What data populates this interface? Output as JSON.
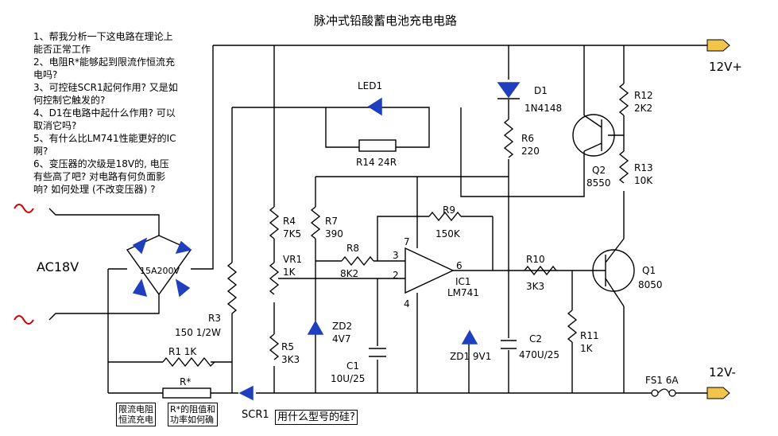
{
  "title": "脉冲式铅酸蓄电池充电电路",
  "questions": [
    "1、帮我分析一下这电路在理论上",
    "能否正常工作",
    "2、电阻R*能够起到限流作恒流充",
    "电吗?",
    "3、可控硅SCR1起何作用? 又是如",
    "何控制它触发的?",
    "4、D1在电路中起什么作用? 可以",
    "取消它吗?",
    "5、有什么比LM741性能更好的IC",
    "啊?",
    "6、变压器的次级是18V的, 电压",
    "有些高了吧? 对电路有何负面影",
    "响? 如何处理 (不改变压器) ?"
  ],
  "terminals": {
    "pos": "12V+",
    "neg": "12V-"
  },
  "ac": {
    "label": "AC18V",
    "symbol": "~"
  },
  "bridge": "15A200V",
  "components": {
    "led1": "LED1",
    "r14": "R14  24R",
    "d1": "D1",
    "d1v": "1N4148",
    "r6": "R6",
    "r6v": "220",
    "r12": "R12",
    "r12v": "2K2",
    "r13": "R13",
    "r13v": "10K",
    "q2": "Q2",
    "q2v": "8550",
    "q1": "Q1",
    "q1v": "8050",
    "r4": "R4",
    "r4v": "7K5",
    "r7": "R7",
    "r7v": "390",
    "r9": "R9",
    "r9v": "150K",
    "r8": "R8",
    "r8v": "8K2",
    "vr1": "VR1",
    "vr1v": "1K",
    "ic1": "IC1",
    "ic1v": "LM741",
    "pin7": "7",
    "pin3": "3",
    "pin2": "2",
    "pin6": "6",
    "pin4": "4",
    "r10": "R10",
    "r10v": "3K3",
    "r3": "R3",
    "r3v": "150 1/2W",
    "r1": "R1  1K",
    "r5": "R5",
    "r5v": "3K3",
    "zd2": "ZD2",
    "zd2v": "4V7",
    "c1": "C1",
    "c1v": "10U/25",
    "zd1": "ZD1  9V1",
    "c2": "C2",
    "c2v": "470U/25",
    "r11": "R11",
    "r11v": "1K",
    "rstar": "R*",
    "fs1": "FS1  6A",
    "scr1": "SCR1"
  },
  "notes": {
    "limit1": "限流电阻",
    "limit2": "恒流充电",
    "rstar1": "R*的阻值和",
    "rstar2": "功率如何确",
    "scr_q": "用什么型号的硅?"
  },
  "colors": {
    "wire": "#000000",
    "diode": "#1f3fbf",
    "terminal": "#f2c44a"
  }
}
